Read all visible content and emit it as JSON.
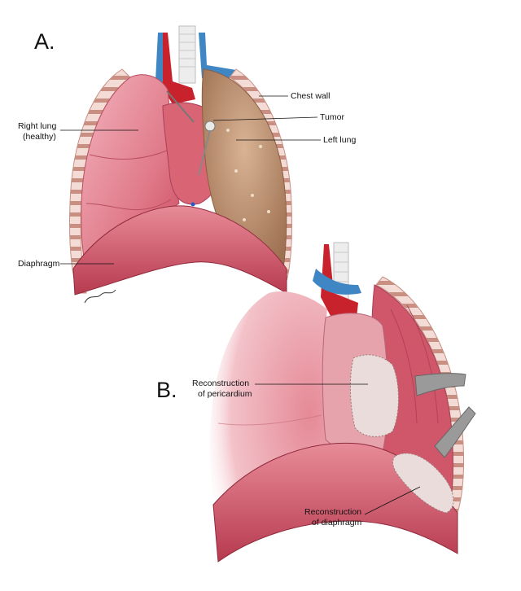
{
  "panels": {
    "a": {
      "letter": "A.",
      "labels": {
        "chest_wall": "Chest wall",
        "tumor": "Tumor",
        "left_lung": "Left lung",
        "right_lung_line1": "Right lung",
        "right_lung_line2": "(healthy)",
        "diaphragm": "Diaphragm"
      }
    },
    "b": {
      "letter": "B.",
      "labels": {
        "pericardium_line1": "Reconstruction",
        "pericardium_line2": "of pericardium",
        "diaphragm_line1": "Reconstruction",
        "diaphragm_line2": "of diaphragm"
      }
    }
  },
  "colors": {
    "lung_pink": "#e07a8a",
    "lung_highlight": "#f3b3bd",
    "diaphragm": "#c9485c",
    "tumor_lung": "#b98d6e",
    "vessel_red": "#c8232c",
    "vessel_blue": "#3f86c4",
    "patch": "#e9dcda",
    "retractor": "#9a9a9a",
    "rib": "#e8c9bf"
  }
}
